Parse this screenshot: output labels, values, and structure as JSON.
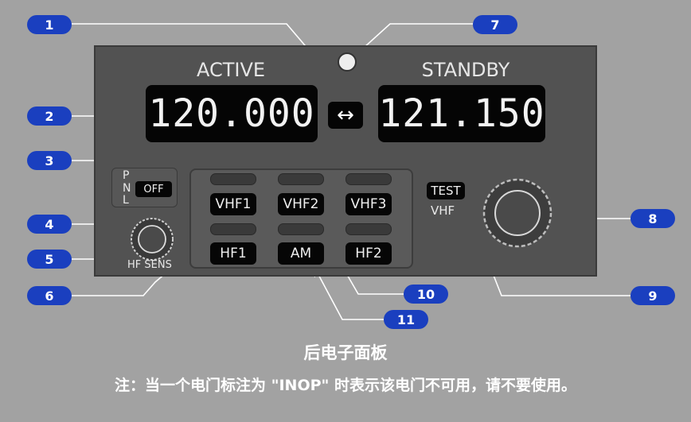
{
  "panel": {
    "active_header": "ACTIVE",
    "standby_header": "STANDBY",
    "active_freq": "120.000",
    "standby_freq": "121.150",
    "swap_icon": "↔",
    "pn_p": "P",
    "pn_n": "N",
    "pn_l": "L",
    "off_label": "OFF",
    "buttons_row1": [
      "VHF1",
      "VHF2",
      "VHF3"
    ],
    "buttons_row2": [
      "HF1",
      "AM",
      "HF2"
    ],
    "hf_sens_label": "HF SENS",
    "test_label": "TEST",
    "vhf_label": "VHF"
  },
  "callouts": [
    "1",
    "2",
    "3",
    "4",
    "5",
    "6",
    "7",
    "8",
    "9",
    "10",
    "11"
  ],
  "caption": {
    "title": "后电子面板",
    "note": "注：当一个电门标注为 \"INOP\" 时表示该电门不可用，请不要使用。"
  },
  "colors": {
    "background": "#a2a2a2",
    "panel": "#525252",
    "callout": "#1a3fbf"
  }
}
